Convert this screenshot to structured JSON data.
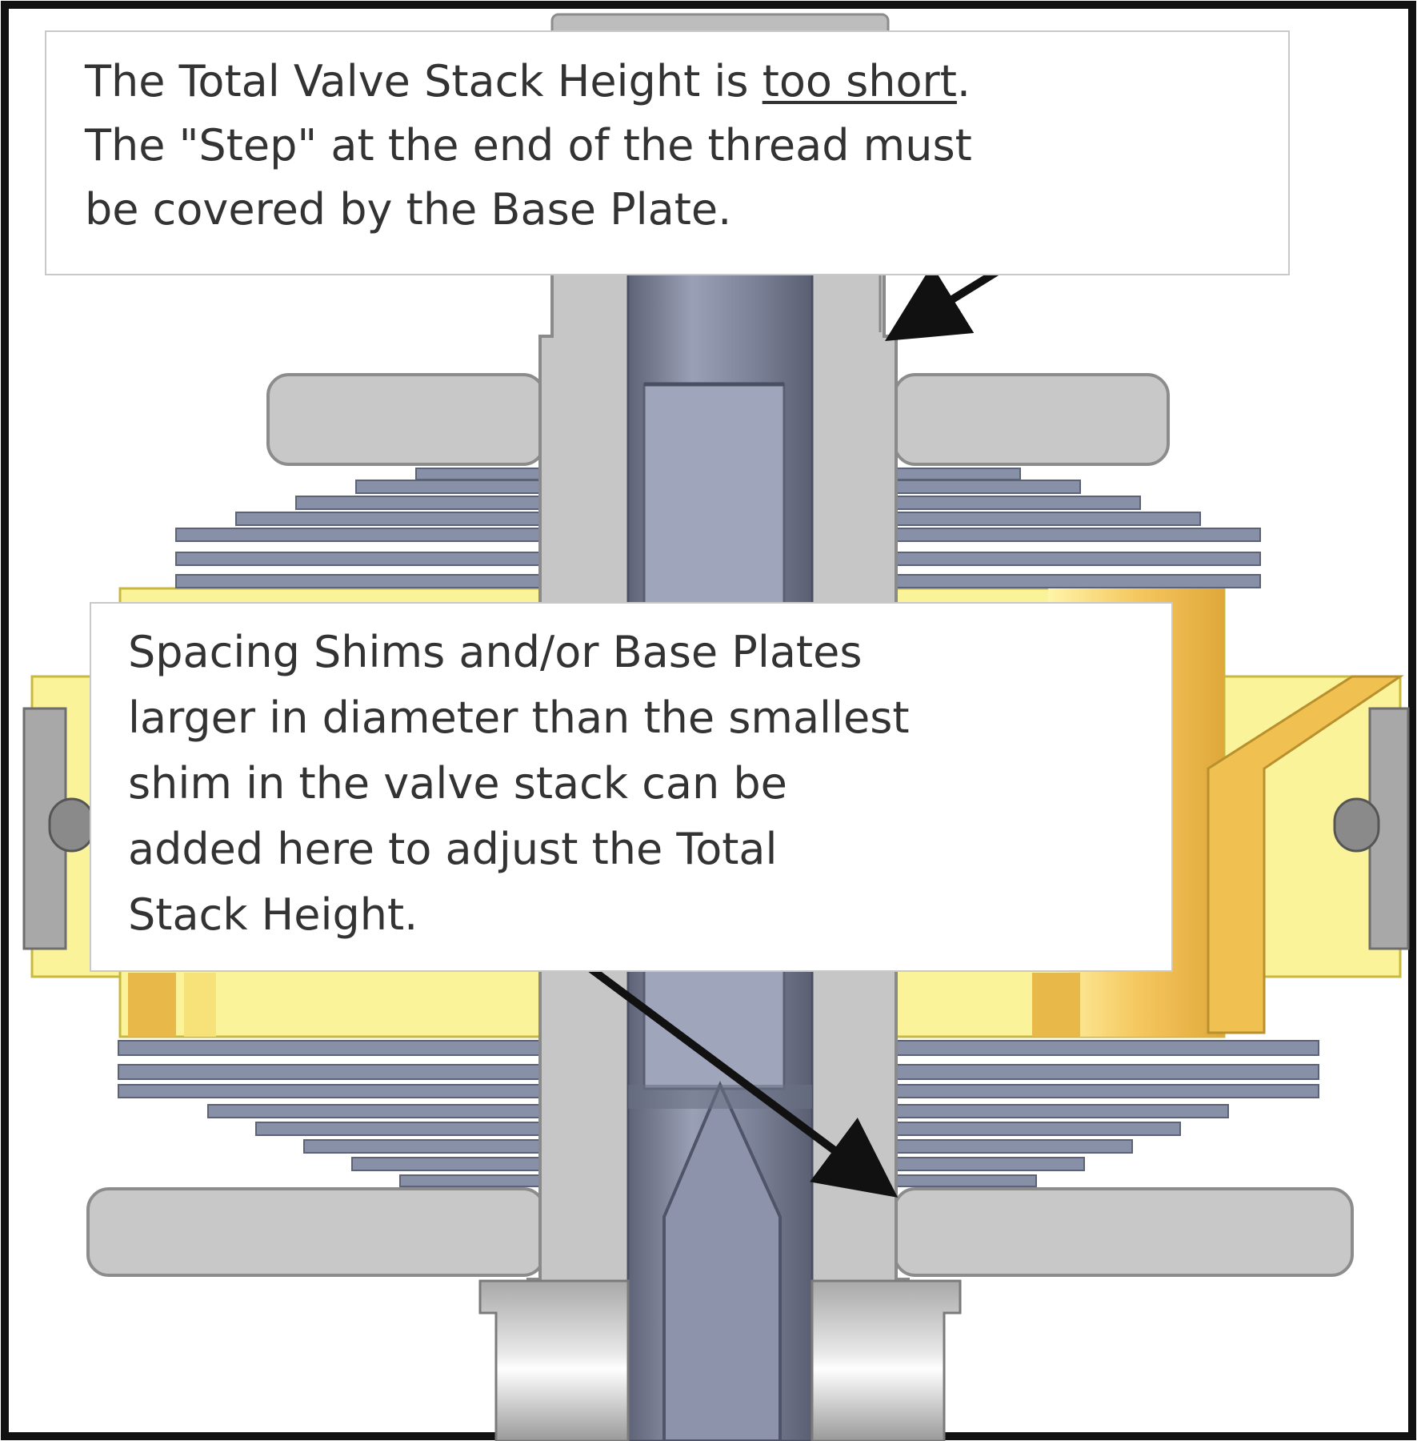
{
  "callouts": {
    "top": {
      "line1_pre": "The Total Valve Stack Height is ",
      "line1_emph": "too short",
      "line1_post": ".",
      "line2": "The \"Step\" at the end of the thread must",
      "line3": "be covered by the Base Plate."
    },
    "middle": {
      "lines": [
        "Spacing Shims and/or Base Plates",
        "larger in diameter than the smallest",
        "shim in the valve stack can be",
        "added here to adjust the Total",
        "Stack Height."
      ]
    }
  },
  "colors": {
    "frame": "#111111",
    "plate_gray": "#c8c8c8",
    "plate_edge": "#8c8c8c",
    "shim_blue_gray": "#8790a6",
    "shaft_dark": "#6b7186",
    "piston_yellow": "#fbf39a",
    "piston_gold": "#f2c45a",
    "arrow": "#111111"
  }
}
